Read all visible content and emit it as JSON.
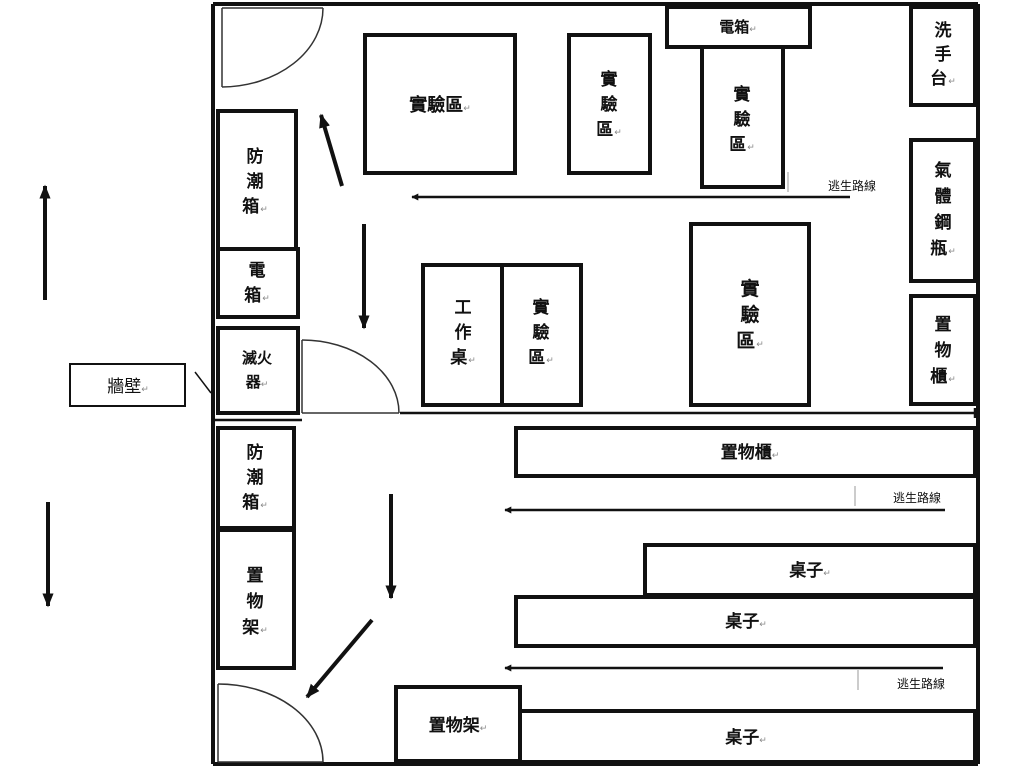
{
  "room_labels": {
    "lab_area_large": "實驗區",
    "lab_area_mid": "實驗區",
    "lab_area_right": "實驗區",
    "lab_area_tall": "實驗區",
    "lab_area_small": "實驗區",
    "electric_box_top": "電箱",
    "electric_box_left": "電箱",
    "sink": "洗手台",
    "gas_cylinder": "氣體鋼瓶",
    "storage_cabinet_right": "置物櫃",
    "storage_cabinet_wide": "置物櫃",
    "dry_box_upper": "防潮箱",
    "dry_box_lower": "防潮箱",
    "fire_extinguisher": "滅火器",
    "workbench": "工作桌",
    "storage_rack_left": "置物架",
    "storage_rack_bottom": "置物架",
    "table_1": "桌子",
    "table_2": "桌子",
    "table_3": "桌子",
    "wall": "牆壁"
  },
  "escape_route_labels": [
    "逃生路線",
    "逃生路線",
    "逃生路線"
  ],
  "paragraph_mark": "↵",
  "colors": {
    "line": "#111111",
    "background": "#ffffff",
    "mark": "#888888"
  }
}
